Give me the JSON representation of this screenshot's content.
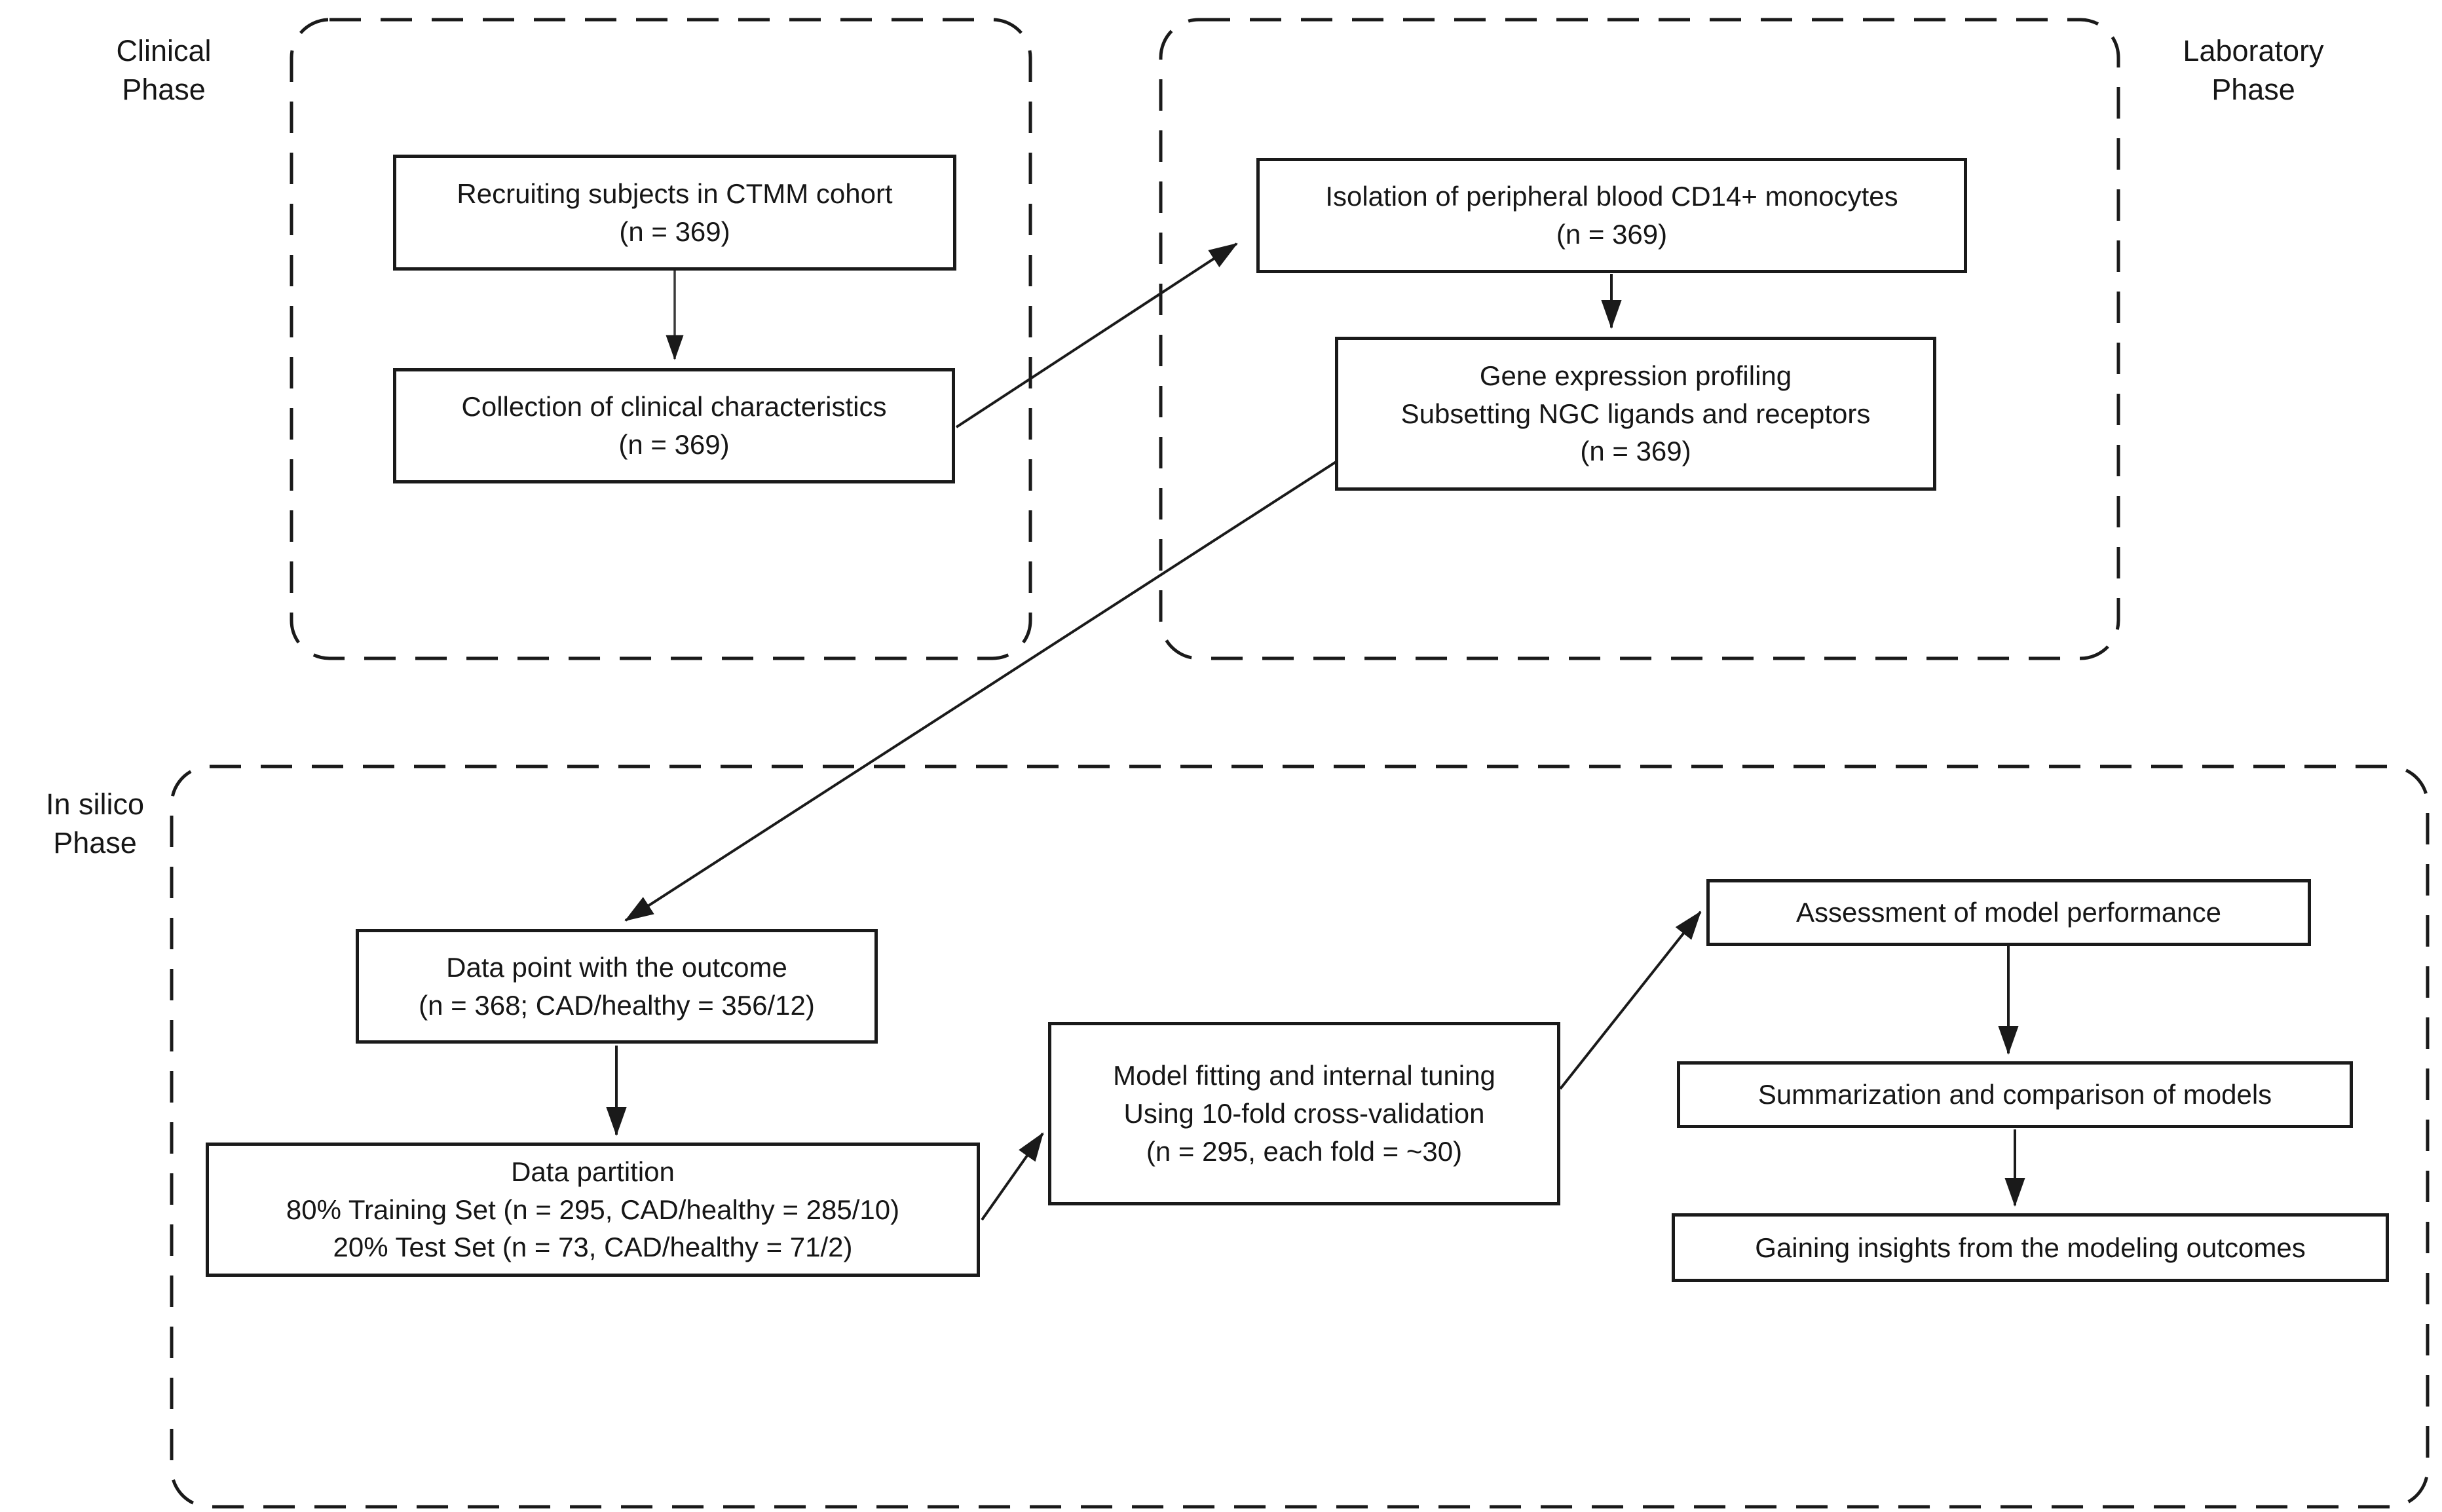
{
  "phase_labels": {
    "clinical": {
      "line1": "Clinical",
      "line2": "Phase"
    },
    "laboratory": {
      "line1": "Laboratory",
      "line2": "Phase"
    },
    "in_silico": {
      "line1": "In silico",
      "line2": "Phase"
    }
  },
  "nodes": {
    "recruiting": {
      "line1": "Recruiting subjects in CTMM cohort",
      "line2": "(n = 369)"
    },
    "collection": {
      "line1": "Collection of clinical characteristics",
      "line2": "(n = 369)"
    },
    "isolation": {
      "line1": "Isolation of peripheral blood CD14+ monocytes",
      "line2": "(n = 369)"
    },
    "gene_profiling": {
      "line1": "Gene expression profiling",
      "line2": "Subsetting NGC ligands and receptors",
      "line3": "(n = 369)"
    },
    "data_point": {
      "line1": "Data point with the outcome",
      "line2": "(n = 368; CAD/healthy = 356/12)"
    },
    "data_partition": {
      "line1": "Data partition",
      "line2": "80% Training Set (n = 295, CAD/healthy = 285/10)",
      "line3": "20% Test Set (n = 73, CAD/healthy = 71/2)"
    },
    "model_fitting": {
      "line1": "Model fitting and internal tuning",
      "line2": "Using 10-fold cross-validation",
      "line3": "(n = 295, each fold = ~30)"
    },
    "assessment": {
      "line1": "Assessment of model performance"
    },
    "summarization": {
      "line1": "Summarization and comparison of models"
    },
    "gaining_insights": {
      "line1": "Gaining insights from the modeling outcomes"
    }
  },
  "colors": {
    "line": "#1a1a1a",
    "background": "#ffffff",
    "text": "#161616"
  }
}
